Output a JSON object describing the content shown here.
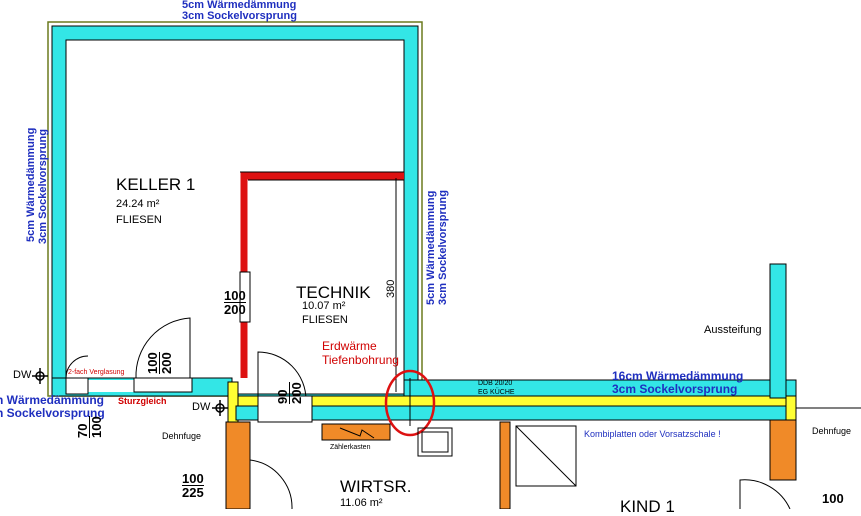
{
  "labels": {
    "top_insulation_line1": "5cm Wärmedämmung",
    "top_insulation_line2": "3cm Sockelvorsprung",
    "left_insulation_line1": "5cm Wärmedämmung",
    "left_insulation_line2": "3cm Sockelvorsprung",
    "right_insulation_line1": "5cm Wärmedämmung",
    "right_insulation_line2": "3cm Sockelvorsprung",
    "bottom_right_insulation_line1": "16cm Wärmedämmung",
    "bottom_right_insulation_line2": "3cm Sockelvorsprung",
    "bottom_left_insulation_line1": "n Wärmedämmung",
    "bottom_left_insulation_line2": "n Sockelvorsprung"
  },
  "rooms": {
    "keller_name": "KELLER 1",
    "keller_area": "24.24 m²",
    "keller_floor": "FLIESEN",
    "technik_name": "TECHNIK",
    "technik_area": "10.07 m²",
    "technik_floor": "FLIESEN",
    "wirtsr_name": "WIRTSR.",
    "wirtsr_area": "11.06 m²",
    "kind_name": "KIND 1"
  },
  "annotations": {
    "erdwaerme_line1": "Erdwärme",
    "erdwaerme_line2": "Tiefenbohrung",
    "aussteifung": "Aussteifung",
    "ddb": "DDB 20/20",
    "eg_kueche": "EG KÜCHE",
    "kombiplatten": "Kombiplatten oder Vorsatzschale !",
    "dw_left": "DW",
    "dw_mid": "DW",
    "verglasung": "2-fach Verglasung",
    "sturzgleich": "Sturzgleich",
    "dehnfuge_left": "Dehnfuge",
    "dehnfuge_right": "Dehnfuge",
    "zaehlerkasten": "Zählerkasten",
    "dim_380": "380"
  },
  "openings": {
    "door_technik_top": "100",
    "door_technik_bottom": "200",
    "window_keller_top": "100",
    "window_keller_bottom": "200",
    "door_small_top": "90",
    "door_small_bottom": "200",
    "left_edge_top": "70",
    "left_edge_bottom": "100",
    "wirtsr_door_top": "100",
    "wirtsr_door_bottom": "225",
    "right_edge_top": "100"
  },
  "colors": {
    "insulation": "#33e6e6",
    "yellow_wall": "#ffff33",
    "red_wall": "#dd1111",
    "orange_column": "#f08a28",
    "blue_text": "#1f2fbf"
  }
}
